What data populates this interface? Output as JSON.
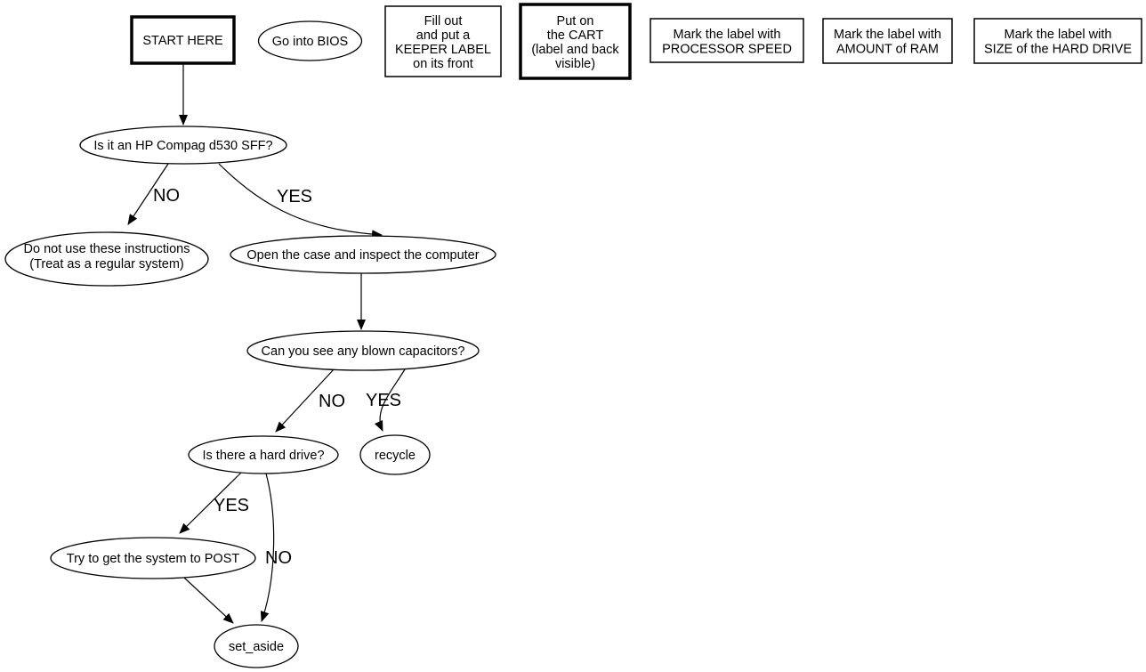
{
  "diagram": {
    "type": "flowchart",
    "colors": {
      "ink": "#000000",
      "background": "#ffffff"
    },
    "nodes": {
      "start_here": {
        "label": "START HERE"
      },
      "go_into_bios": {
        "label": "Go into BIOS"
      },
      "fill_out_keeper_label": {
        "line1": "Fill out",
        "line2": "and put a",
        "line3": "KEEPER LABEL",
        "line4": "on its front"
      },
      "put_on_cart": {
        "line1": "Put on",
        "line2": "the CART",
        "line3": "(label and back",
        "line4": "visible)"
      },
      "mark_processor_speed": {
        "line1": "Mark the label with",
        "line2": "PROCESSOR SPEED"
      },
      "mark_amount_of_ram": {
        "line1": "Mark the label with",
        "line2": "AMOUNT of RAM"
      },
      "mark_hard_drive_size": {
        "line1": "Mark the label with",
        "line2": "SIZE of the HARD DRIVE"
      },
      "is_hp_d530": {
        "label": "Is it an HP Compag d530 SFF?"
      },
      "do_not_use": {
        "line1": "Do not use these instructions",
        "line2": "(Treat as a regular system)"
      },
      "open_case": {
        "label": "Open the case and inspect the computer"
      },
      "blown_capacitors": {
        "label": "Can you see any blown capacitors?"
      },
      "hard_drive": {
        "label": "Is there a hard drive?"
      },
      "recycle": {
        "label": "recycle"
      },
      "post": {
        "label": "Try to get the system to POST"
      },
      "set_aside": {
        "label": "set_aside"
      }
    },
    "edges": [
      {
        "from": "start_here",
        "to": "is_hp_d530",
        "label": ""
      },
      {
        "from": "is_hp_d530",
        "to": "do_not_use",
        "label": "NO"
      },
      {
        "from": "is_hp_d530",
        "to": "open_case",
        "label": "YES"
      },
      {
        "from": "open_case",
        "to": "blown_capacitors",
        "label": ""
      },
      {
        "from": "blown_capacitors",
        "to": "hard_drive",
        "label": "NO"
      },
      {
        "from": "blown_capacitors",
        "to": "recycle",
        "label": "YES"
      },
      {
        "from": "hard_drive",
        "to": "post",
        "label": "YES"
      },
      {
        "from": "hard_drive",
        "to": "set_aside",
        "label": "NO"
      },
      {
        "from": "post",
        "to": "set_aside",
        "label": ""
      }
    ]
  }
}
